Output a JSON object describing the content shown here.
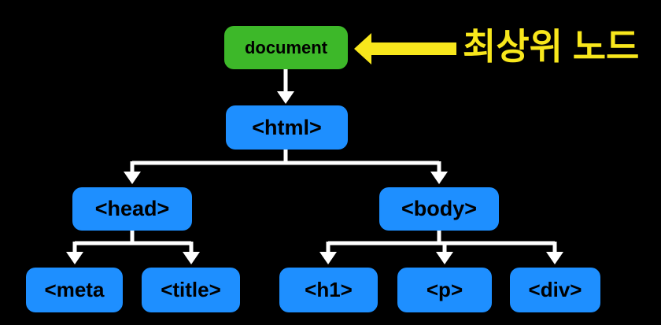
{
  "colors": {
    "bg": "#000000",
    "node-green": "#3db829",
    "node-blue": "#1e8fff",
    "node-text": "#000000",
    "connector": "#ffffff",
    "annotation": "#f8e71c"
  },
  "tree": {
    "document": "document",
    "html": "<html>",
    "head": "<head>",
    "body": "<body>",
    "meta": "<meta",
    "title": "<title>",
    "h1": "<h1>",
    "p": "<p>",
    "div": "<div>"
  },
  "annotation": {
    "label": "최상위 노드"
  }
}
